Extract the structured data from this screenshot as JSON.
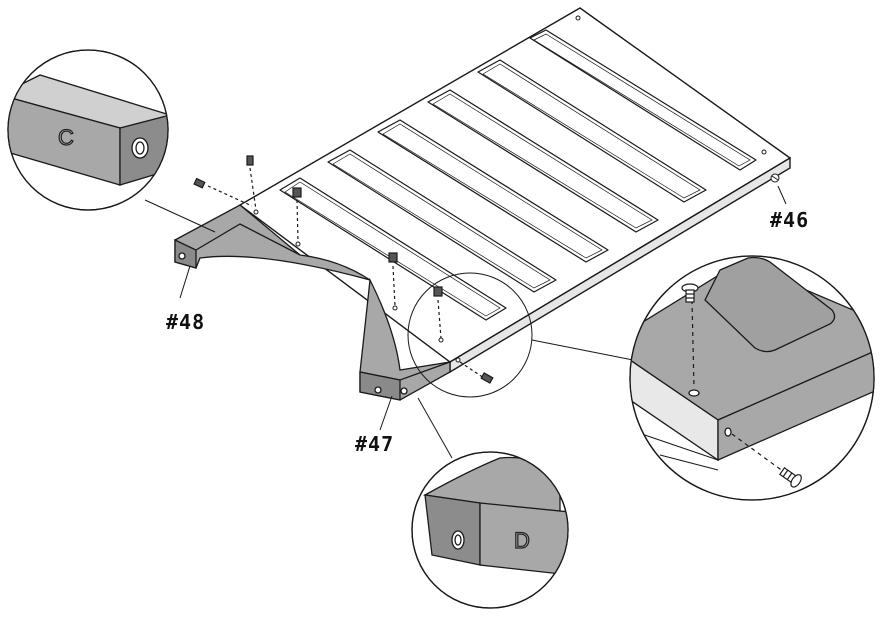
{
  "parts": {
    "panel": "#46",
    "bracket_right": "#47",
    "bracket_left": "#48"
  },
  "detail_labels": {
    "left_bracket_letter": "C",
    "right_bracket_letter": "D"
  },
  "colors": {
    "line": "#1a1a1a",
    "metal_light": "#d8d8d8",
    "metal_mid": "#a8a8a8",
    "metal_dark": "#7c7c7c"
  }
}
